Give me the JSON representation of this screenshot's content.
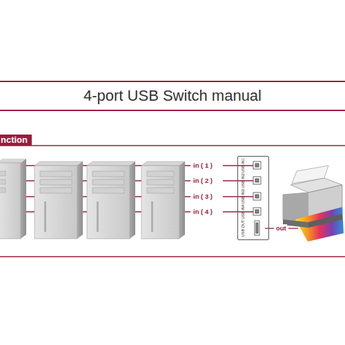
{
  "diagram": {
    "title": "4-port USB Switch manual",
    "nodes": [
      {
        "text": [
          "nction"
        ]
      },
      {
        "text": [
          "USB IN1",
          "USB IN2",
          "USB IN3",
          "USB IN4",
          "USB OUT"
        ]
      }
    ],
    "labels": [
      "in ( 1 )",
      "in ( 2 )",
      "in ( 3 )",
      "in ( 4 )",
      "out"
    ]
  }
}
